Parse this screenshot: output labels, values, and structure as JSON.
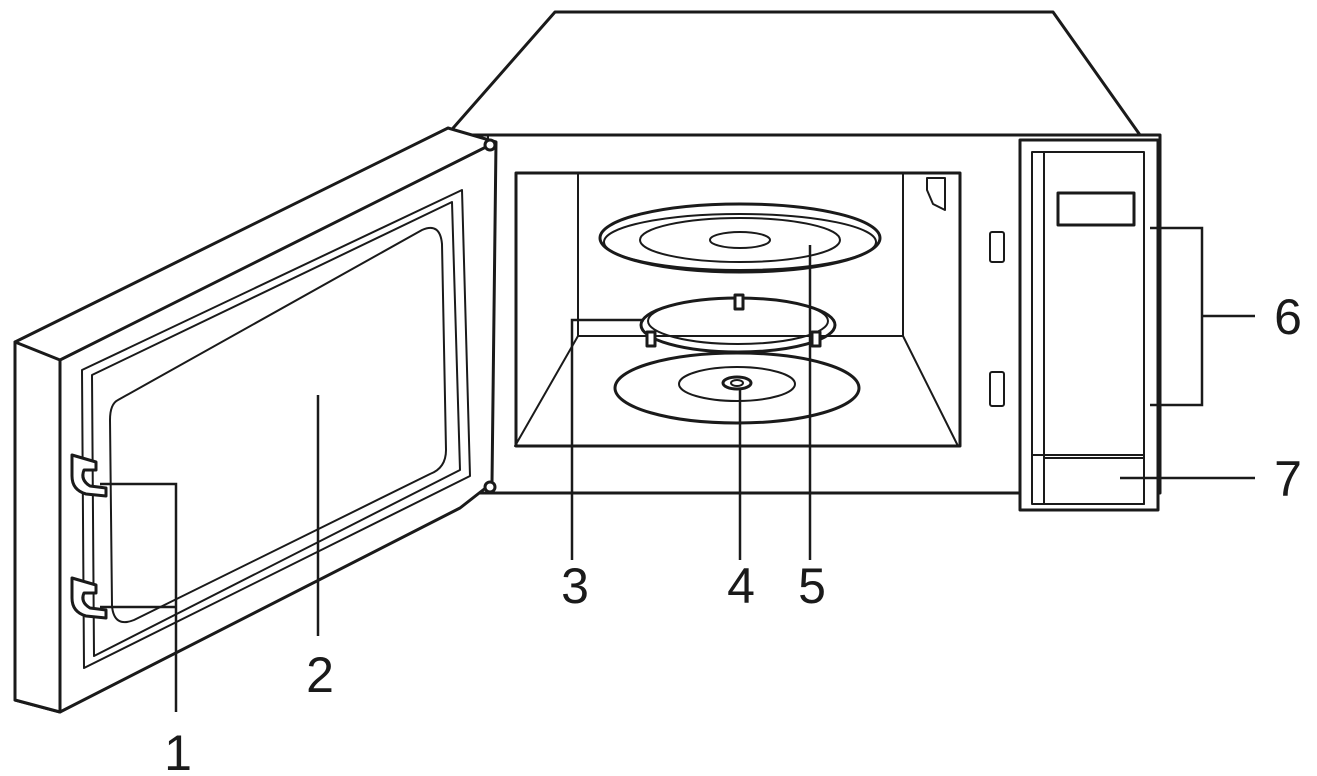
{
  "callouts": [
    {
      "id": "1",
      "label": "1"
    },
    {
      "id": "2",
      "label": "2"
    },
    {
      "id": "3",
      "label": "3"
    },
    {
      "id": "4",
      "label": "4"
    },
    {
      "id": "5",
      "label": "5"
    },
    {
      "id": "6",
      "label": "6"
    },
    {
      "id": "7",
      "label": "7"
    }
  ],
  "colors": {
    "ink": "#1a1a1a",
    "background": "#ffffff"
  }
}
